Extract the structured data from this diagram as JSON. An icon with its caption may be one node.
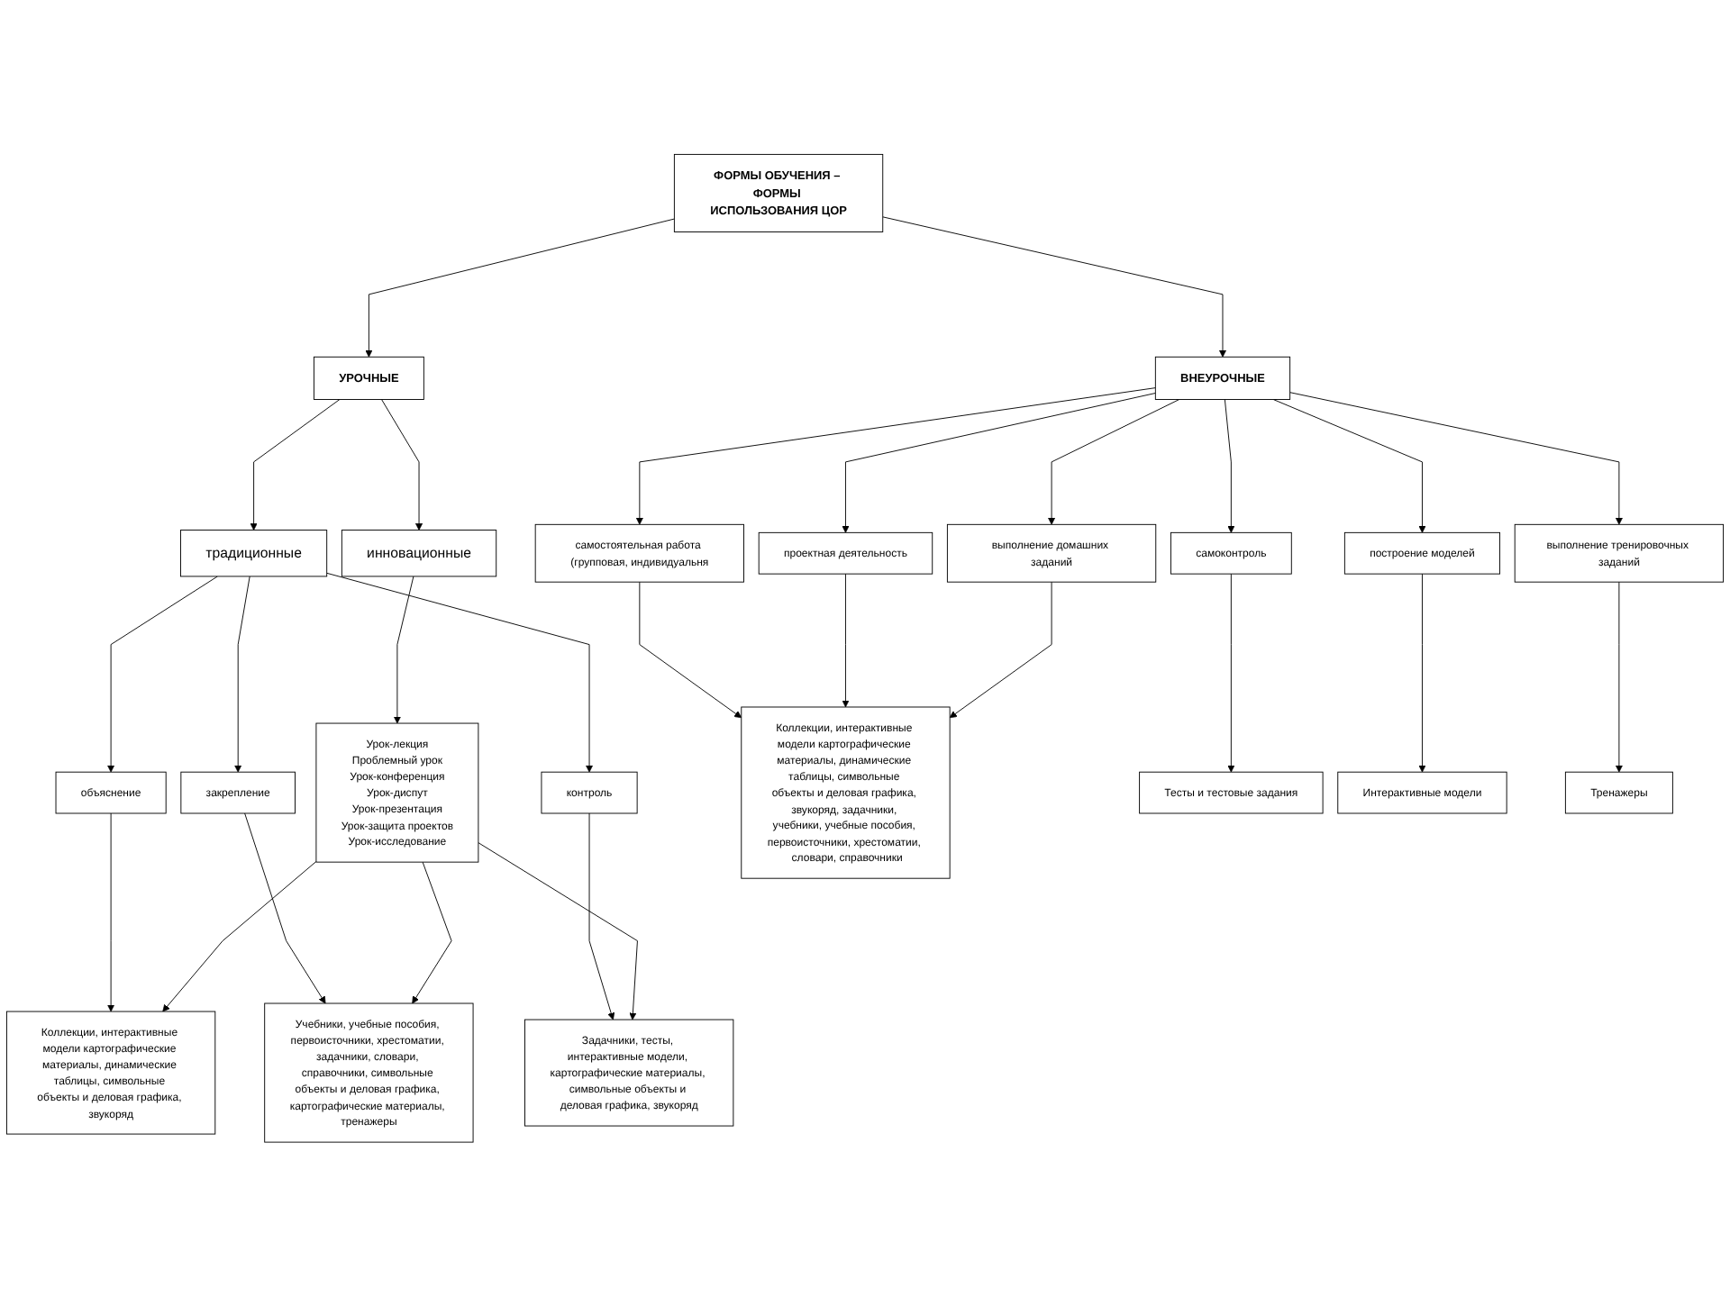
{
  "diagram": {
    "nodes": [
      {
        "text": [
          "ФОРМЫ ОБУЧЕНИЯ – ФОРМЫ ИСПОЛЬЗОВАНИЯ ЦОР"
        ]
      },
      {
        "text": [
          "УРОЧНЫЕ"
        ]
      },
      {
        "text": [
          "ВНЕУРОЧНЫЕ"
        ]
      },
      {
        "text": [
          "традиционные"
        ]
      },
      {
        "text": [
          "инновационные"
        ]
      },
      {
        "text": [
          "объяснение"
        ]
      },
      {
        "text": [
          "Коллекции, интерактивные модели картографические материалы, динамические таблицы, символьные объекты и деловая графика, звукоряд"
        ]
      },
      {
        "text": [
          "закрепление"
        ]
      },
      {
        "text": [
          "Учебники, учебные пособия, первоисточники, хрестоматии, задачники, словари, справочники, символьные объекты и деловая графика, картографические материалы, тренажеры"
        ]
      },
      {
        "text": [
          "контроль"
        ]
      },
      {
        "text": [
          "Задачники, тесты, интерактивные модели, картографические материалы, символьные объекты и деловая графика, звукоряд"
        ]
      },
      {
        "text": [
          "Урок-лекция",
          "Проблемный урок",
          "Урок-конференция",
          "Урок-диспут",
          "Урок-презентация",
          "Урок-защита проектов",
          "Урок-исследование"
        ]
      },
      {
        "text": [
          "самостоятельная работа (групповая, индивидуальня"
        ]
      },
      {
        "text": [
          "проектная деятельность"
        ]
      },
      {
        "text": [
          "выполнение домашних заданий"
        ]
      },
      {
        "text": [
          "Коллекции, интерактивные модели картографические материалы, динамические таблицы, символьные объекты и деловая графика, звукоряд, задачники, учебники, учебные пособия, первоисточники, хрестоматии,  словари, справочники"
        ]
      },
      {
        "text": [
          "самоконтроль"
        ]
      },
      {
        "text": [
          "Тесты и тестовые задания"
        ]
      },
      {
        "text": [
          "построение моделей"
        ]
      },
      {
        "text": [
          "Интерактивные модели"
        ]
      },
      {
        "text": [
          "выполнение тренировочных заданий"
        ]
      },
      {
        "text": [
          "Тренажеры"
        ]
      }
    ],
    "edges": [
      {
        "from": 0,
        "to": 1,
        "arrow": "to"
      },
      {
        "from": 0,
        "to": 2,
        "arrow": "to"
      },
      {
        "from": 1,
        "to": 3,
        "arrow": "to"
      },
      {
        "from": 1,
        "to": 4,
        "arrow": "to"
      },
      {
        "from": 3,
        "to": 5,
        "arrow": "to"
      },
      {
        "from": 3,
        "to": 7,
        "arrow": "to"
      },
      {
        "from": 3,
        "to": 9,
        "arrow": "to"
      },
      {
        "from": 5,
        "to": 6,
        "arrow": "to"
      },
      {
        "from": 7,
        "to": 8,
        "arrow": "to"
      },
      {
        "from": 9,
        "to": 10,
        "arrow": "to"
      },
      {
        "from": 4,
        "to": 11,
        "arrow": "to"
      },
      {
        "from": 11,
        "to": 6,
        "arrow": "to"
      },
      {
        "from": 11,
        "to": 8,
        "arrow": "to"
      },
      {
        "from": 11,
        "to": 10,
        "arrow": "to"
      },
      {
        "from": 2,
        "to": 12,
        "arrow": "to"
      },
      {
        "from": 2,
        "to": 13,
        "arrow": "to"
      },
      {
        "from": 2,
        "to": 14,
        "arrow": "to"
      },
      {
        "from": 2,
        "to": 16,
        "arrow": "to"
      },
      {
        "from": 2,
        "to": 18,
        "arrow": "to"
      },
      {
        "from": 2,
        "to": 20,
        "arrow": "to"
      },
      {
        "from": 12,
        "to": 15,
        "arrow": "to"
      },
      {
        "from": 13,
        "to": 15,
        "arrow": "to"
      },
      {
        "from": 14,
        "to": 15,
        "arrow": "to"
      },
      {
        "from": 16,
        "to": 17,
        "arrow": "to"
      },
      {
        "from": 18,
        "to": 19,
        "arrow": "to"
      },
      {
        "from": 20,
        "to": 21,
        "arrow": "to"
      }
    ]
  }
}
